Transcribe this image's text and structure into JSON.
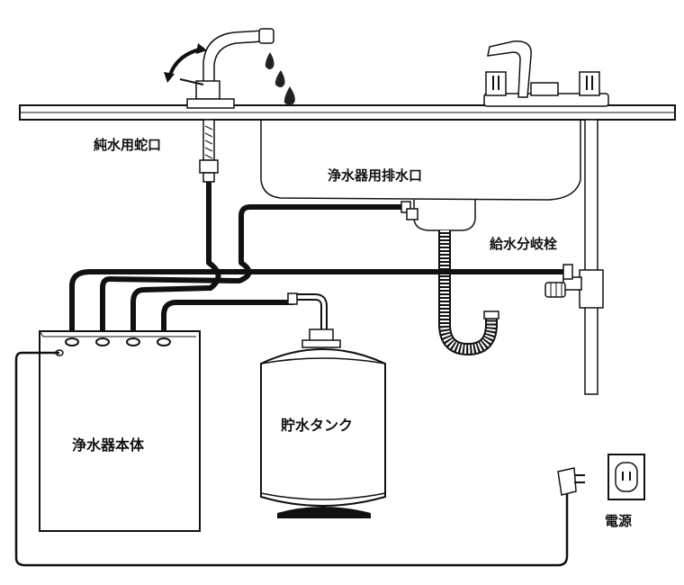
{
  "labels": {
    "pure_faucet": "純水用蛇口",
    "drain": "浄水器用排水口",
    "branch_valve": "給水分岐栓",
    "unit_body": "浄水器本体",
    "tank": "貯水タンク",
    "power": "電源"
  },
  "colors": {
    "line": "#111111",
    "fill": "#ffffff",
    "water": "#222222"
  }
}
